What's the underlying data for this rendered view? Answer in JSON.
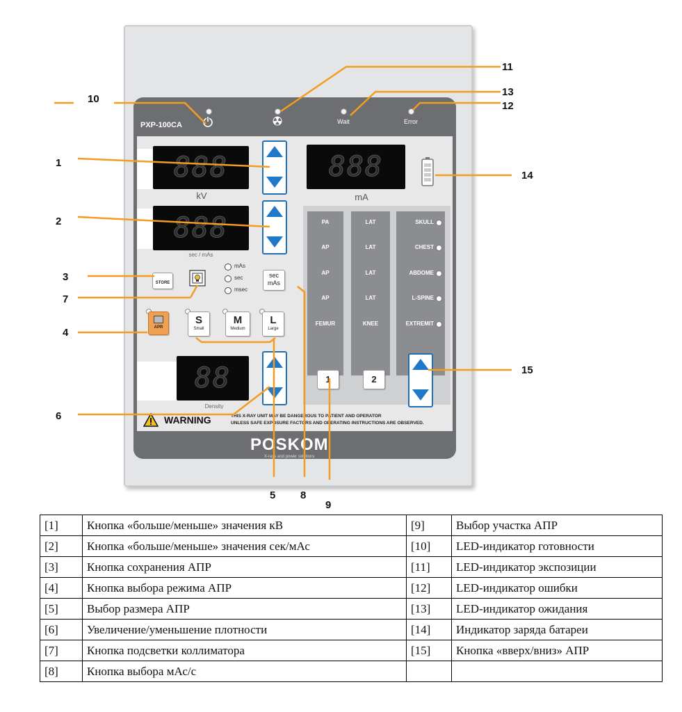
{
  "device": {
    "model": "PXP-100CA",
    "wait_label": "Wait",
    "error_label": "Error",
    "kv_display": "888",
    "kv_label": "kV",
    "ma_display": "888",
    "ma_label": "mA",
    "sec_display": "888",
    "sec_label": "sec / mAs",
    "density_display": "88",
    "density_label": "Density",
    "store_label": "STORE",
    "mode_options": [
      "mAs",
      "sec",
      "msec"
    ],
    "sec_mas_top": "sec",
    "sec_mas_bottom": "mAs",
    "apr_label": "APR",
    "size_buttons": [
      {
        "letter": "S",
        "sub": "Small"
      },
      {
        "letter": "M",
        "sub": "Medium"
      },
      {
        "letter": "L",
        "sub": "Large"
      }
    ],
    "apr_table": {
      "col1": [
        "PA",
        "AP",
        "AP",
        "AP",
        "FEMUR"
      ],
      "col2": [
        "LAT",
        "LAT",
        "LAT",
        "LAT",
        "KNEE"
      ],
      "col3": [
        "SKULL",
        "CHEST",
        "ABDOME",
        "L-SPINE",
        "EXTREMIT"
      ]
    },
    "apr_bottom_buttons": [
      "1",
      "2"
    ],
    "warning_title": "WARNING",
    "warning_line1": "THIS X-RAY UNIT MAY BE DANGEROUS TO PATIENT AND OPERATOR",
    "warning_line2": "UNLESS SAFE EXPOSURE FACTORS AND OPERATING INSTRUCTIONS ARE OBSERVED.",
    "brand": "POSKOM",
    "brand_sub": "X-rays and power solutions"
  },
  "callouts": [
    "1",
    "2",
    "3",
    "4",
    "5",
    "6",
    "7",
    "8",
    "9",
    "10",
    "11",
    "12",
    "13",
    "14",
    "15"
  ],
  "legend": {
    "left": [
      {
        "num": "[1]",
        "text": "Кнопка «больше/меньше» значения кВ"
      },
      {
        "num": "[2]",
        "text": "Кнопка «больше/меньше»  значения сек/мАс"
      },
      {
        "num": "[3]",
        "text": "Кнопка сохранения АПР"
      },
      {
        "num": "[4]",
        "text": "Кнопка выбора режима АПР"
      },
      {
        "num": "[5]",
        "text": "Выбор размера АПР"
      },
      {
        "num": "[6]",
        "text": "Увеличение/уменьшение плотности"
      },
      {
        "num": "[7]",
        "text": "Кнопка подсветки коллиматора"
      },
      {
        "num": "[8]",
        "text": "Кнопка выбора мАс/с"
      }
    ],
    "right": [
      {
        "num": "[9]",
        "text": "Выбор участка АПР"
      },
      {
        "num": "[10]",
        "text": "LED-индикатор готовности"
      },
      {
        "num": "[11]",
        "text": "LED-индикатор экспозиции"
      },
      {
        "num": "[12]",
        "text": "LED-индикатор ошибки"
      },
      {
        "num": "[13]",
        "text": "LED-индикатор ожидания"
      },
      {
        "num": "[14]",
        "text": "Индикатор заряда батареи"
      },
      {
        "num": "[15]",
        "text": "Кнопка «вверх/вниз» АПР"
      },
      {
        "num": "",
        "text": ""
      }
    ]
  },
  "colors": {
    "callout_line": "#f39c1f",
    "arrow_blue": "#1f78c8",
    "bezel": "#6d6e71",
    "apr_orange": "#f0a050"
  }
}
